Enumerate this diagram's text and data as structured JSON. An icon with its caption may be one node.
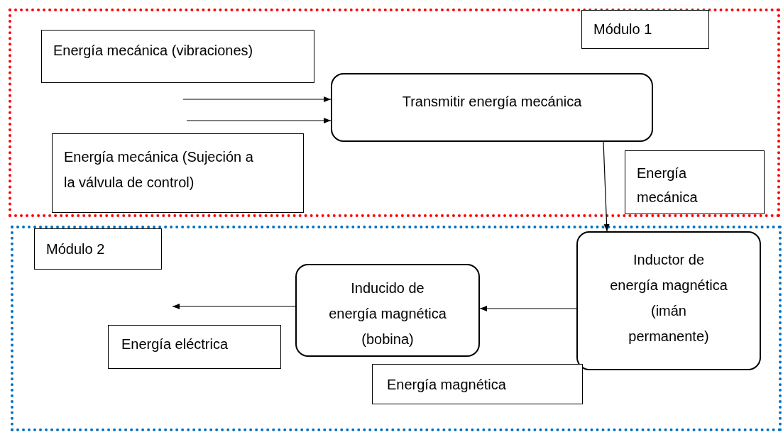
{
  "diagram": {
    "nodes": [
      {
        "text": [],
        "shape": "box"
      },
      {
        "text": [
          "Módulo 1"
        ],
        "in": 0
      },
      {
        "text": [
          "Energía mecánica (vibraciones)"
        ],
        "in": 0
      },
      {
        "text": [
          "Energía mecánica (Sujeción a la válvula de control)"
        ],
        "in": 0
      },
      {
        "text": [
          "Transmitir energía mecánica"
        ],
        "in": 0
      },
      {
        "text": [
          "Energía mecánica"
        ],
        "in": 0
      },
      {
        "text": [],
        "shape": "box"
      },
      {
        "text": [
          "Módulo 2"
        ],
        "in": 6
      },
      {
        "text": [
          "Inductor de energía magnética (imán permanente)"
        ],
        "in": 6
      },
      {
        "text": [
          "Inducido de energía magnética (bobina)"
        ],
        "in": 6
      },
      {
        "text": [
          "Energía magnética"
        ],
        "in": 6
      },
      {
        "text": [
          "Energía eléctrica"
        ],
        "in": 6
      }
    ],
    "edges": [
      {
        "from": null,
        "to": 4,
        "arrow": "to"
      },
      {
        "from": null,
        "to": 4,
        "arrow": "to"
      },
      {
        "from": 4,
        "to": 8,
        "arrow": "to"
      },
      {
        "from": 8,
        "to": 9,
        "arrow": "to"
      },
      {
        "from": 9,
        "to": 11,
        "arrow": "to"
      }
    ]
  }
}
